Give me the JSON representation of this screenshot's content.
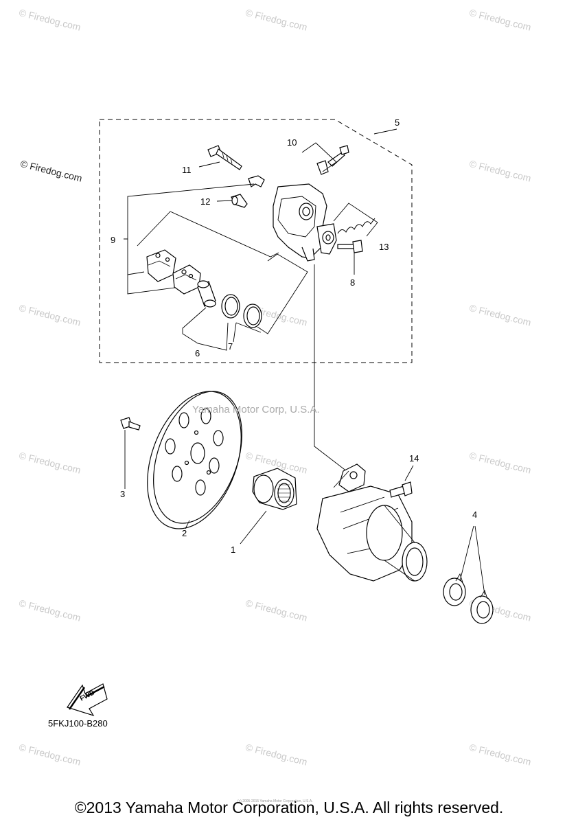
{
  "watermarks": [
    "© Firedog.com",
    "© Firedog.com",
    "© Firedog.com",
    "© Firedog.com",
    "© Firedog.com",
    "© Firedog.com",
    "© Firedog.com",
    "© Firedog.com",
    "© Firedog.com",
    "© Firedog.com",
    "© Firedog.com",
    "© Firedog.com",
    "© Firedog.com",
    "© Firedog.com",
    "© Firedog.com",
    "© Firedog.com",
    "© Firedog.com"
  ],
  "credit": "Yamaha Motor Corp, U.S.A.",
  "callouts": [
    "1",
    "2",
    "3",
    "4",
    "5",
    "6",
    "7",
    "8",
    "9",
    "10",
    "11",
    "12",
    "13",
    "14"
  ],
  "fwd_label": "FWD",
  "diagram_code": "5FKJ100-B280",
  "tiny_notice": "(c) 2005-2015 Yamaha Motor Corporation, U.S.A.",
  "footer": "©2013 Yamaha Motor Corporation, U.S.A. All rights reserved.",
  "colors": {
    "line": "#000000",
    "watermark": "#c9c9c9"
  }
}
